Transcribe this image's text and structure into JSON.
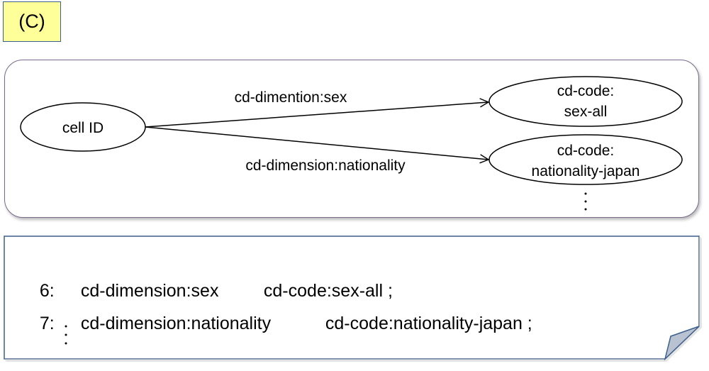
{
  "figure_label": "(C)",
  "graph": {
    "subject": "cell ID",
    "edges": [
      {
        "predicate": "cd-dimention:sex",
        "object_line1": "cd-code:",
        "object_line2": "sex-all"
      },
      {
        "predicate": "cd-dimension:nationality",
        "object_line1": "cd-code:",
        "object_line2": "nationality-japan"
      }
    ],
    "continuation": "⋮"
  },
  "code": {
    "lines": [
      {
        "num": "6:",
        "predicate": "cd-dimension:sex",
        "object": "cd-code:sex-all ;"
      },
      {
        "num": "7:",
        "predicate": "cd-dimension:nationality",
        "object": "cd-code:nationality-japan ;"
      }
    ],
    "continuation": "⋮"
  }
}
